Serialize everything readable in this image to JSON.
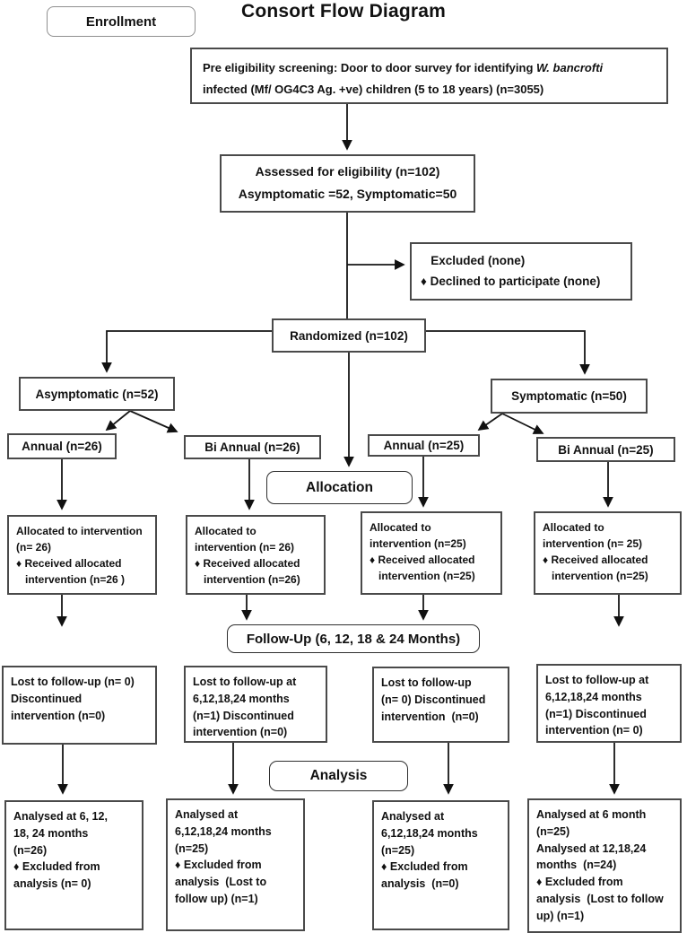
{
  "title": "Consort Flow Diagram",
  "stage_labels": {
    "enrollment": "Enrollment",
    "allocation": "Allocation",
    "followup": "Follow-Up (6, 12, 18 & 24 Months)",
    "analysis": "Analysis"
  },
  "boxes": {
    "pre_eligibility": {
      "line1_regular": "Pre eligibility screening: Door to door survey for identifying ",
      "line1_italic": "W. bancrofti",
      "line2": "infected (Mf/ OG4C3 Ag. +ve) children (5 to 18 years) (n=3055)"
    },
    "assessed": {
      "line1": "Assessed for eligibility (n=102)",
      "line2": "Asymptomatic =52, Symptomatic=50"
    },
    "excluded": {
      "text": "   Excluded (none)\n♦ Declined to participate (none)"
    },
    "randomized": {
      "text": "Randomized (n=102)"
    },
    "asymptomatic": {
      "text": "Asymptomatic (n=52)"
    },
    "symptomatic": {
      "text": "Symptomatic (n=50)"
    },
    "annual_asym": {
      "text": "Annual (n=26)"
    },
    "biannual_asym": {
      "text": "Bi Annual (n=26)"
    },
    "annual_sym": {
      "text": "Annual (n=25)"
    },
    "biannual_sym": {
      "text": "Bi Annual (n=25)"
    },
    "alloc_annual_asym": {
      "text": "Allocated to intervention\n(n= 26)\n♦ Received allocated\n   intervention (n=26 )"
    },
    "alloc_biannual_asym": {
      "text": "Allocated to\nintervention (n= 26)\n♦ Received allocated\n   intervention (n=26)"
    },
    "alloc_annual_sym": {
      "text": "Allocated to\nintervention (n=25)\n♦ Received allocated\n   intervention (n=25)"
    },
    "alloc_biannual_sym": {
      "text": "Allocated to\nintervention (n= 25)\n♦ Received allocated\n   intervention (n=25)"
    },
    "lost_annual_asym": {
      "text": "Lost to follow-up (n= 0)\nDiscontinued\nintervention (n=0)"
    },
    "lost_biannual_asym": {
      "text": "Lost to follow-up at\n6,12,18,24 months\n(n=1) Discontinued\nintervention (n=0)"
    },
    "lost_annual_sym": {
      "text": "Lost to follow-up\n(n= 0) Discontinued\nintervention  (n=0)"
    },
    "lost_biannual_sym": {
      "text": "Lost to follow-up at\n6,12,18,24 months\n(n=1) Discontinued\nintervention (n= 0)"
    },
    "analysed_annual_asym": {
      "text": "Analysed at 6, 12,\n18, 24 months\n(n=26)\n♦ Excluded from\nanalysis (n= 0)"
    },
    "analysed_biannual_asym": {
      "text": "Analysed at\n6,12,18,24 months\n(n=25)\n♦ Excluded from\nanalysis  (Lost to\nfollow up) (n=1)"
    },
    "analysed_annual_sym": {
      "text": "Analysed at\n6,12,18,24 months\n(n=25)\n♦ Excluded from\nanalysis  (n=0)"
    },
    "analysed_biannual_sym": {
      "text": "Analysed at 6 month\n(n=25)\nAnalysed at 12,18,24\nmonths  (n=24)\n♦ Excluded from\nanalysis  (Lost to follow\nup) (n=1)"
    }
  },
  "colors": {
    "background": "#ffffff",
    "box_border": "#4a4a4a",
    "label_border": "#2f2f2f",
    "line": "#111111",
    "text": "#111111"
  }
}
